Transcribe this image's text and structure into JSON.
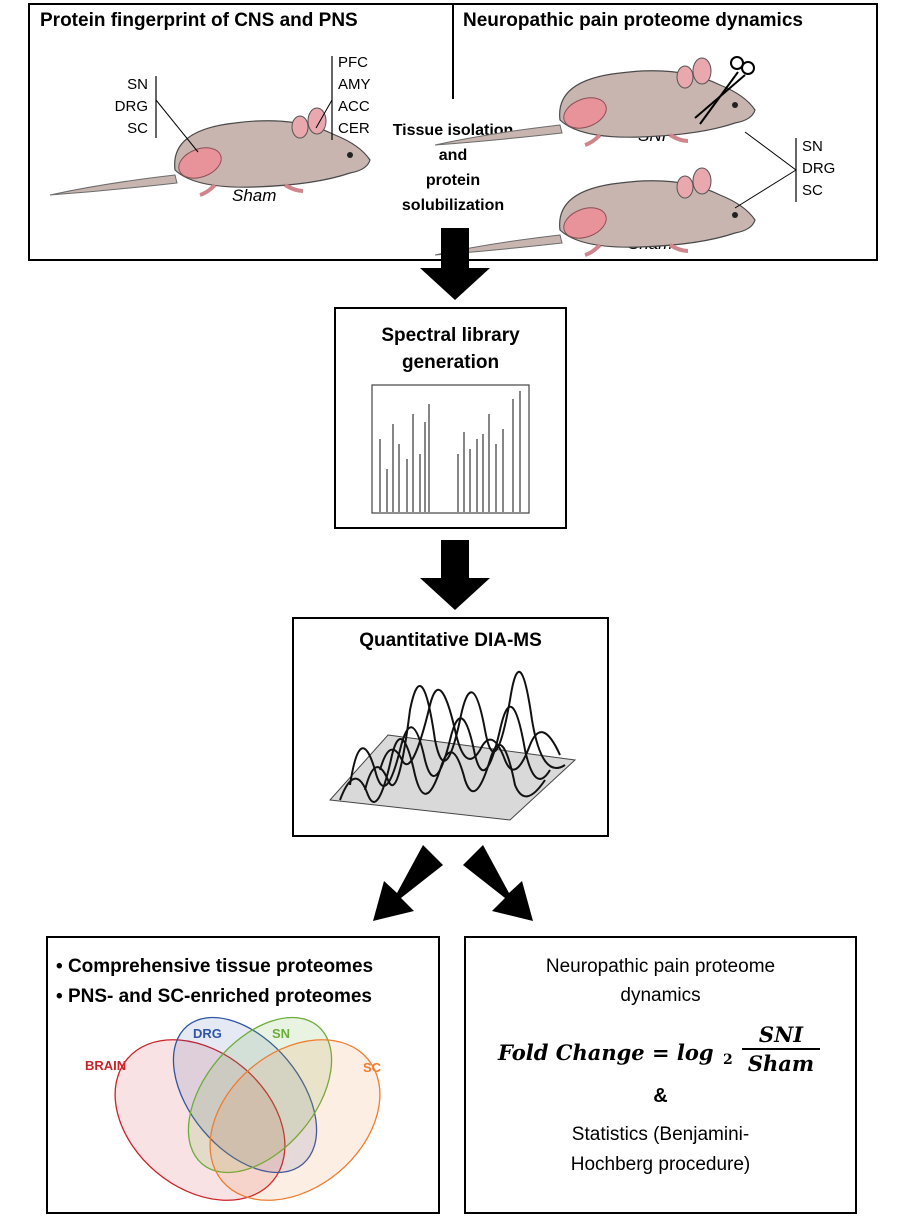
{
  "top_left": {
    "title": "Protein fingerprint of CNS and PNS",
    "pns_labels": [
      "SN",
      "DRG",
      "SC"
    ],
    "cns_labels": [
      "PFC",
      "AMY",
      "ACC",
      "CER"
    ],
    "mouse_label": "Sham"
  },
  "middle_text": [
    "Tissue isolation",
    "and",
    "protein",
    "solubilization"
  ],
  "top_right": {
    "title": "Neuropathic pain proteome dynamics",
    "mouse_top_label": "SNI",
    "mouse_bottom_label": "Sham",
    "tissue_labels": [
      "SN",
      "DRG",
      "SC"
    ]
  },
  "step_spectral": {
    "title_line1": "Spectral library",
    "title_line2": "generation"
  },
  "step_dia": {
    "title": "Quantitative DIA-MS"
  },
  "bottom_left": {
    "bullet1": "Comprehensive tissue proteomes",
    "bullet2": "PNS- and SC-enriched proteomes",
    "venn": [
      {
        "name": "BRAIN",
        "color": "#cc2228"
      },
      {
        "name": "DRG",
        "color": "#2f55a4"
      },
      {
        "name": "SN",
        "color": "#6aad3b"
      },
      {
        "name": "SC",
        "color": "#ee7d30"
      }
    ]
  },
  "bottom_right": {
    "title_line1": "Neuropathic pain proteome",
    "title_line2": "dynamics",
    "formula_lhs": "Fold Change = log",
    "formula_sub": "2",
    "formula_num": "SNI",
    "formula_den": "Sham",
    "amp": "&",
    "stats_line1": "Statistics (Benjamini-",
    "stats_line2": "Hochberg procedure)"
  }
}
